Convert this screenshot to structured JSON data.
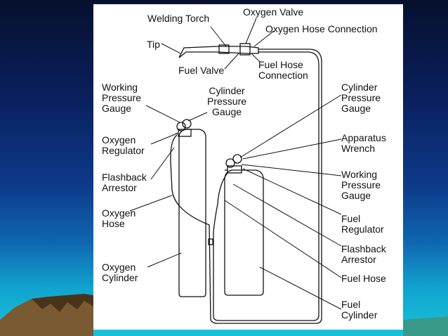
{
  "labels": {
    "oxygen_valve": "Oxygen Valve",
    "welding_torch": "Welding Torch",
    "oxygen_hose_connection": "Oxygen Hose Connection",
    "tip": "Tip",
    "fuel_valve": "Fuel Valve",
    "fuel_hose_connection": [
      "Fuel Hose",
      "Connection"
    ],
    "working_pressure_gauge_left": [
      "Working",
      "Pressure",
      "Gauge"
    ],
    "cylinder_pressure_gauge_left": [
      "Cylinder",
      "Pressure",
      "Gauge"
    ],
    "oxygen_regulator": [
      "Oxygen",
      "Regulator"
    ],
    "flashback_arrestor_left": [
      "Flashback",
      "Arrestor"
    ],
    "oxygen_hose": [
      "Oxygen",
      "Hose"
    ],
    "oxygen_cylinder": [
      "Oxygen",
      "Cylinder"
    ],
    "cylinder_pressure_gauge_right": [
      "Cylinder",
      "Pressure",
      "Gauge"
    ],
    "apparatus_wrench": [
      "Apparatus",
      "Wrench"
    ],
    "working_pressure_gauge_right": [
      "Working",
      "Pressure",
      "Gauge"
    ],
    "fuel_regulator": [
      "Fuel",
      "Regulator"
    ],
    "flashback_arrestor_right": [
      "Flashback",
      "Arrestor"
    ],
    "fuel_hose": "Fuel Hose",
    "fuel_cylinder": [
      "Fuel",
      "Cylinder"
    ]
  },
  "colors": {
    "sky_top": "#06102e",
    "sky_bottom": "#17c3d8",
    "panel": "#ffffff",
    "line": "#111111",
    "mountain": "#7a5a33"
  }
}
